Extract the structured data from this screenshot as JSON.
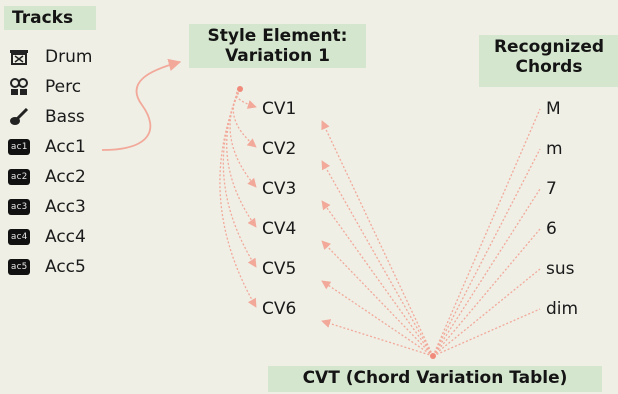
{
  "headers": {
    "tracks": "Tracks",
    "style_line1": "Style Element:",
    "style_line2": "Variation 1",
    "recognized_line1": "Recognized",
    "recognized_line2": "Chords",
    "cvt": "CVT (Chord Variation Table)"
  },
  "tracks": [
    {
      "label": "Drum",
      "icon": "drum-icon"
    },
    {
      "label": "Perc",
      "icon": "percussion-icon"
    },
    {
      "label": "Bass",
      "icon": "bass-guitar-icon"
    },
    {
      "label": "Acc1",
      "icon": "ac1-icon",
      "badge": "ac1"
    },
    {
      "label": "Acc2",
      "icon": "ac2-icon",
      "badge": "ac2"
    },
    {
      "label": "Acc3",
      "icon": "ac3-icon",
      "badge": "ac3"
    },
    {
      "label": "Acc4",
      "icon": "ac4-icon",
      "badge": "ac4"
    },
    {
      "label": "Acc5",
      "icon": "ac5-icon",
      "badge": "ac5"
    }
  ],
  "chord_variations": [
    "CV1",
    "CV2",
    "CV3",
    "CV4",
    "CV5",
    "CV6"
  ],
  "recognized_chords": [
    "M",
    "m",
    "7",
    "6",
    "sus",
    "dim"
  ],
  "colors": {
    "background": "#efefe6",
    "header_bg": "#d5e6ce",
    "arrow": "#f2a99a",
    "text": "#1a1a1a"
  }
}
